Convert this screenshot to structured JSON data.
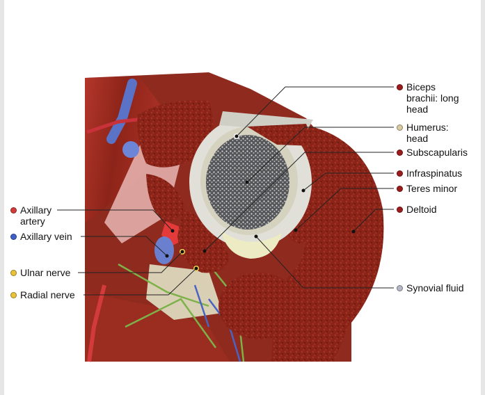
{
  "labels": [
    {
      "id": "biceps",
      "text": "Biceps\nbrachii: long\nhead",
      "color": "#9c1b1b"
    },
    {
      "id": "humerus",
      "text": "Humerus:\nhead",
      "color": "#d7cba2"
    },
    {
      "id": "subscap",
      "text": "Subscapularis",
      "color": "#9c1b1b"
    },
    {
      "id": "infra",
      "text": "Infraspinatus",
      "color": "#9c1b1b"
    },
    {
      "id": "teres",
      "text": "Teres minor",
      "color": "#9c1b1b"
    },
    {
      "id": "deltoid",
      "text": "Deltoid",
      "color": "#9c1b1b"
    },
    {
      "id": "synovial",
      "text": "Synovial fluid",
      "color": "#b4b8c6"
    },
    {
      "id": "axart",
      "text": "Axillary\nartery",
      "color": "#d43a3a"
    },
    {
      "id": "axvein",
      "text": "Axillary vein",
      "color": "#3e5fc8"
    },
    {
      "id": "ulnar",
      "text": "Ulnar nerve",
      "color": "#e8c43a"
    },
    {
      "id": "radial",
      "text": "Radial nerve",
      "color": "#e8c43a"
    }
  ]
}
